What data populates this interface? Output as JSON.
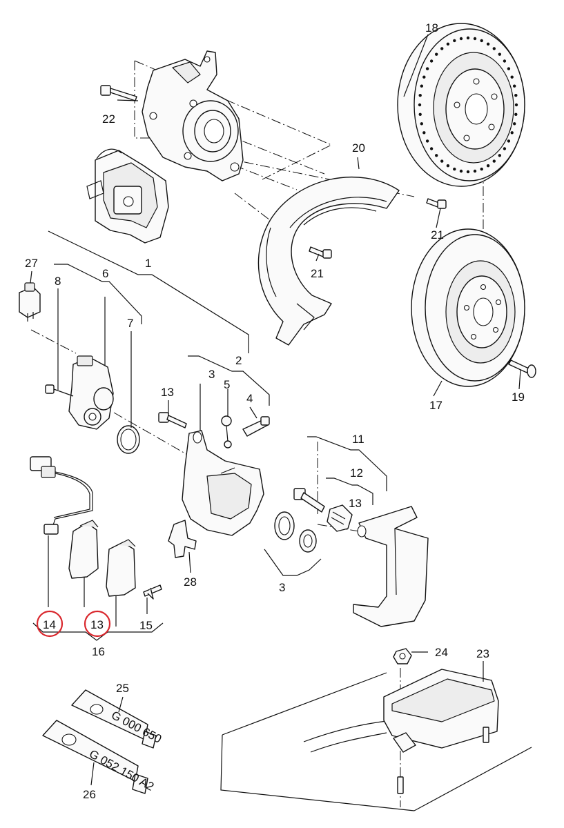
{
  "labels": {
    "p1": "1",
    "p2": "2",
    "p3a": "3",
    "p3b": "3",
    "p4": "4",
    "p5": "5",
    "p6": "6",
    "p7": "7",
    "p8": "8",
    "p11": "11",
    "p12": "12",
    "p13a": "13",
    "p13b": "13",
    "p13c": "13",
    "p14": "14",
    "p15": "15",
    "p16": "16",
    "p17": "17",
    "p18": "18",
    "p19": "19",
    "p20": "20",
    "p21a": "21",
    "p21b": "21",
    "p22": "22",
    "p23": "23",
    "p24": "24",
    "p25": "25",
    "p26": "26",
    "p27": "27",
    "p28": "28"
  },
  "tube_text": {
    "t25": "G 000 650",
    "t26": "G 052 150 A2"
  },
  "highlight": {
    "color": "#d9262c",
    "circled_parts": [
      "14",
      "13"
    ]
  }
}
